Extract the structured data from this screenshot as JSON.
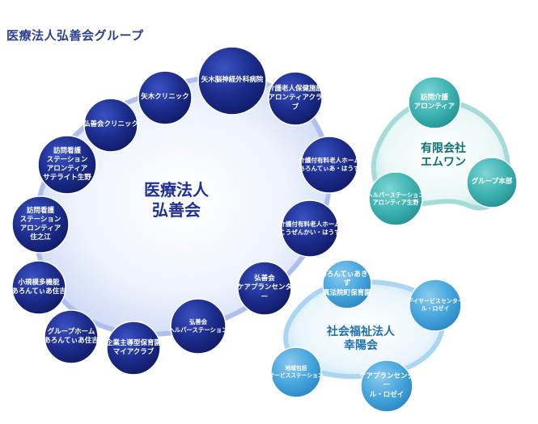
{
  "title": "医療法人弘善会グループ",
  "groups": [
    {
      "id": "kouzenkai",
      "name": "医療法人\n弘善会",
      "members": [
        "矢木脳神経外科病院",
        "介護老人保健施設\nアロンティアクラブ",
        "介護付有料老人ホーム\nあろんてぃあ・はうす",
        "介護付有料老人ホーム\nこうぜんかい・はうす",
        "弘善会\nケアプランセンター",
        "弘善会\nヘルパーステーション",
        "企業主導型保育園\nマイアクラブ",
        "グループホーム\nあろんてぃあ住吉",
        "小規模多機能\nあろんてぃあ住吉",
        "訪問看護\nステーション\nアロンティア\n住之江",
        "訪問看護\nステーション\nアロンティア\nサテライト生野",
        "弘善会クリニック",
        "矢木クリニック"
      ]
    },
    {
      "id": "emuwan",
      "name": "有限会社\nエムワン",
      "members": [
        "訪問介護\nアロンティア",
        "グループ本部",
        "ヘルパーステーション\nアロンティア生野"
      ]
    },
    {
      "id": "kouyoukai",
      "name": "社会福祉法人\n幸陽会",
      "members": [
        "あろんてぃあきっず\n真法院町保育園",
        "デイサービスセンター\nル・ロゼイ",
        "ケアプランセンター\nル・ロゼイ",
        "地域包括\nサービスステーション"
      ]
    }
  ],
  "colors": {
    "title": "#2a3f8f",
    "main_circle": "#1c2c8c",
    "main_group_text": "#1f2f93",
    "main_blob": "#dde6fa",
    "teal_circle": "#3fb3b3",
    "teal_group_text": "#0f6f73",
    "teal_blob": "#c9ecea",
    "sky_circle": "#47a6dd",
    "sky_group_text": "#1f6fb3",
    "sky_blob": "#d3ebf8"
  }
}
